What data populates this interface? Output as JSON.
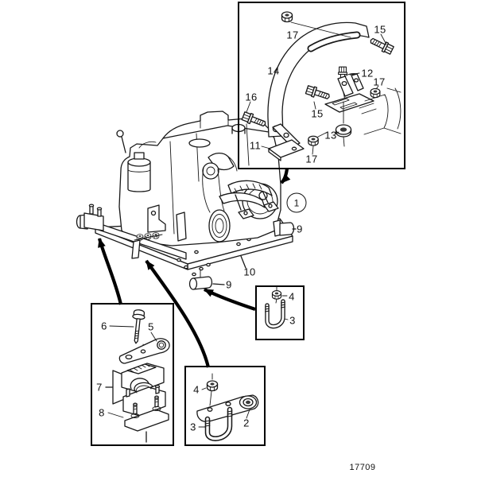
{
  "figure": {
    "type": "exploded-parts-diagram",
    "drawing_number": "17709"
  },
  "callouts": {
    "top_box": {
      "nut_top": "17",
      "bolt_top_right": "15",
      "strap": "14",
      "bolt_vertical": "12",
      "nut_right": "17",
      "bolt_left": "16",
      "bolt_mid": "15",
      "washer": "13",
      "bracket": "11",
      "nut_bottom": "17"
    },
    "main": {
      "assembly_circle": "1",
      "mount_right": "9",
      "bed": "10",
      "mount_front": "9"
    },
    "clamp_box": {
      "bolt": "6",
      "strap": "5",
      "clamp": "7",
      "base": "8"
    },
    "bracket_box": {
      "nut": "4",
      "bracket": "2",
      "u_bolt": "3"
    },
    "ubolt_box": {
      "nut": "4",
      "u_bolt": "3"
    }
  }
}
